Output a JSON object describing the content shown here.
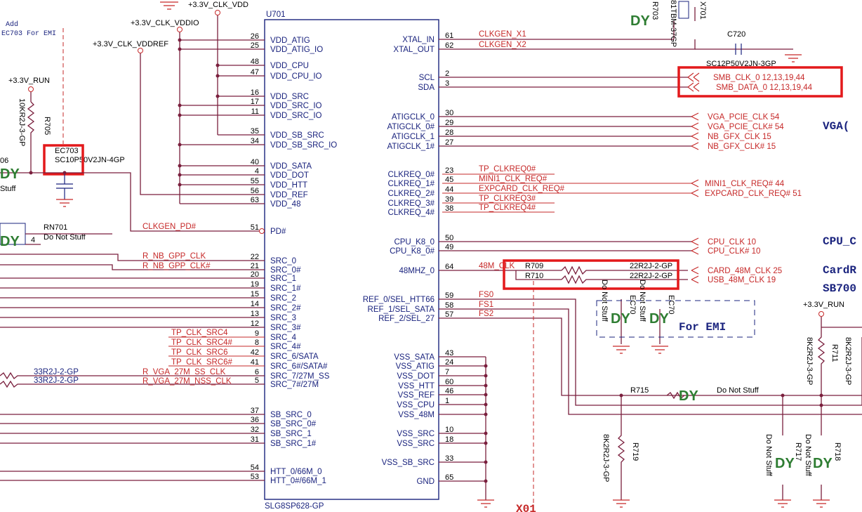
{
  "chip": {
    "refdes": "U701",
    "part": "SLG8SP628-GP",
    "left_pins": [
      {
        "name": "VDD_ATIG",
        "num": "26"
      },
      {
        "name": "VDD_ATIG_IO",
        "num": "25"
      },
      {
        "name": "VDD_CPU",
        "num": "48"
      },
      {
        "name": "VDD_CPU_IO",
        "num": "47"
      },
      {
        "name": "VDD_SRC",
        "num": "16"
      },
      {
        "name": "VDD_SRC_IO",
        "num": "17"
      },
      {
        "name": "VDD_SRC_IO",
        "num": "11"
      },
      {
        "name": "VDD_SB_SRC",
        "num": "35"
      },
      {
        "name": "VDD_SB_SRC_IO",
        "num": "34"
      },
      {
        "name": "VDD_SATA",
        "num": "40"
      },
      {
        "name": "VDD_DOT",
        "num": "4"
      },
      {
        "name": "VDD_HTT",
        "num": "55"
      },
      {
        "name": "VDD_REF",
        "num": "56"
      },
      {
        "name": "VDD_48",
        "num": "63"
      },
      {
        "name": "PD#",
        "num": "51"
      },
      {
        "name": "SRC_0",
        "num": "22"
      },
      {
        "name": "SRC_0#",
        "num": "21"
      },
      {
        "name": "SRC_1",
        "num": "20"
      },
      {
        "name": "SRC_1#",
        "num": "19"
      },
      {
        "name": "SRC_2",
        "num": "15"
      },
      {
        "name": "SRC_2#",
        "num": "14"
      },
      {
        "name": "SRC_3",
        "num": "13"
      },
      {
        "name": "SRC_3#",
        "num": "12"
      },
      {
        "name": "SRC_4",
        "num": "9"
      },
      {
        "name": "SRC_4#",
        "num": "8"
      },
      {
        "name": "SRC_6/SATA",
        "num": "42"
      },
      {
        "name": "SRC_6#/SATA#",
        "num": "41"
      },
      {
        "name": "SRC_7/27M_SS",
        "num": "6"
      },
      {
        "name": "SRC_7#/27M",
        "num": "5"
      },
      {
        "name": "SB_SRC_0",
        "num": "37"
      },
      {
        "name": "SB_SRC_0#",
        "num": "36"
      },
      {
        "name": "SB_SRC_1",
        "num": "32"
      },
      {
        "name": "SB_SRC_1#",
        "num": "31"
      },
      {
        "name": "HTT_0/66M_0",
        "num": "54"
      },
      {
        "name": "HTT_0#/66M_1",
        "num": "53"
      }
    ],
    "right_pins": [
      {
        "name": "XTAL_IN",
        "num": "61"
      },
      {
        "name": "XTAL_OUT",
        "num": "62"
      },
      {
        "name": "SCL",
        "num": "2"
      },
      {
        "name": "SDA",
        "num": "3"
      },
      {
        "name": "ATIGCLK_0",
        "num": "30"
      },
      {
        "name": "ATIGCLK_0#",
        "num": "29"
      },
      {
        "name": "ATIGCLK_1",
        "num": "28"
      },
      {
        "name": "ATIGCLK_1#",
        "num": "27"
      },
      {
        "name": "CLKREQ_0#",
        "num": "23"
      },
      {
        "name": "CLKREQ_1#",
        "num": "45"
      },
      {
        "name": "CLKREQ_2#",
        "num": "44"
      },
      {
        "name": "CLKREQ_3#",
        "num": "39"
      },
      {
        "name": "CLKREQ_4#",
        "num": "38"
      },
      {
        "name": "CPU_K8_0",
        "num": "50"
      },
      {
        "name": "CPU_K8_0#",
        "num": "49"
      },
      {
        "name": "48MHZ_0",
        "num": "64"
      },
      {
        "name": "REF_0/SEL_HTT66",
        "num": "59"
      },
      {
        "name": "REF_1/SEL_SATA",
        "num": "58"
      },
      {
        "name": "REF_2/SEL_27",
        "num": "57"
      },
      {
        "name": "VSS_SATA",
        "num": "43"
      },
      {
        "name": "VSS_ATIG",
        "num": "24"
      },
      {
        "name": "VSS_DOT",
        "num": "7"
      },
      {
        "name": "VSS_HTT",
        "num": "60"
      },
      {
        "name": "VSS_REF",
        "num": "46"
      },
      {
        "name": "VSS_CPU",
        "num": "1"
      },
      {
        "name": "VSS_48M",
        "num": ""
      },
      {
        "name": "VSS_SRC",
        "num": "10"
      },
      {
        "name": "VSS_SRC",
        "num": "18"
      },
      {
        "name": "VSS_SB_SRC",
        "num": "33"
      },
      {
        "name": "GND",
        "num": "65"
      }
    ]
  },
  "power": {
    "clk_vdd": "+3.3V_CLK_VDD",
    "clk_vddio": "+3.3V_CLK_VDDIO",
    "clk_vddref": "+3.3V_CLK_VDDREF",
    "run": "+3.3V_RUN",
    "run_right": "+3.3V_RUN"
  },
  "nets_right": {
    "xtal_in": "CLKGEN_X1",
    "xtal_out": "CLKGEN_X2",
    "smb_clk": "SMB_CLK_0  12,13,19,44",
    "smb_data": "SMB_DATA_0  12,13,19,44",
    "vga_pcie_clk": "VGA_PCIE_CLK  54",
    "vga_pcie_clkn": "VGA_PCIE_CLK#  54",
    "nb_gfx_clk": "NB_GFX_CLK  15",
    "nb_gfx_clkn": "NB_GFX_CLK#  15",
    "tp_clkreq0": "TP_CLKREQ0#",
    "mini1_clkreq": "MINI1_CLK_REQ#",
    "expcard_clkreq": "EXPCARD_CLK_REQ#",
    "tp_clkreq3": "TP_CLKREQ3#",
    "tp_clkreq4": "TP_CLKREQ4#",
    "mini1_off": "MINI1_CLK_REQ#  44",
    "expcard_off": "EXPCARD_CLK_REQ#  51",
    "cpu_clk": "CPU_CLK      10",
    "cpu_clkn": "CPU_CLK#     10",
    "m48_clk": "48M_CLK",
    "card_48m": "CARD_48M_CLK  25",
    "usb_48m": "USB_48M_CLK  19",
    "fs0": "FS0",
    "fs1": "FS1",
    "fs2": "FS2"
  },
  "nets_left": {
    "clkgen_pd": "CLKGEN_PD#",
    "r_nb_gpp_clk": "R_NB_GPP_CLK",
    "r_nb_gpp_clkn": "R_NB_GPP_CLK#",
    "tp_src4": "TP_CLK_SRC4",
    "tp_src4n": "TP_CLK_SRC4#",
    "tp_src6": "TP_CLK_SRC6",
    "tp_src6n": "TP_CLK_SRC6#",
    "r_vga_ss": "R_VGA_27M_SS_CLK",
    "r_vga_nss": "R_VGA_27M_NSS_CLK"
  },
  "components": {
    "ec703": "EC703",
    "ec703_val": "SC10P50V2JN-4GP",
    "r705": "R705",
    "r705_val": "10KR2J-3-GP",
    "rn701": "RN701",
    "rn701_dns": "Do Not Stuff",
    "rn701_pin": "4",
    "r33a": "33R2J-2-GP",
    "r33b": "33R2J-2-GP",
    "c720": "C720",
    "c720_val": "SC12P50V2JN-3GP",
    "x701": "X701",
    "x701_val": "81TBM-37GP",
    "r703": "R703",
    "r709": "R709",
    "r710": "R710",
    "r709_val": "22R2J-2-GP",
    "r710_val": "22R2J-2-GP",
    "r715": "R715",
    "r715_dns": "Do Not Stuff",
    "r719": "R719",
    "r719_val": "8K2R2J-3-GP",
    "r711": "R711",
    "r711_val": "8K2R2J-3-GP",
    "r712_val": "8K2R2J-3-GP",
    "r717": "R717",
    "r718": "R718",
    "dns": "Do Not Stuff",
    "ec70x_a": "EC70",
    "ec70x_b": "EC70",
    "x01": "X01",
    "stuff": "Stuff",
    "r06": "06"
  },
  "annotations": {
    "add": "Add",
    "ec703_emi": "EC703 For EMI",
    "for_emi": "For EMI",
    "vga": "VGA(",
    "cpu": "CPU_C",
    "card": "CardR",
    "sb": "SB700"
  },
  "colors": {
    "wire": "#7a1f3d",
    "net": "#c62828",
    "text": "#1a237e",
    "highlight": "#e3191b",
    "dy": "#2e7d32"
  }
}
